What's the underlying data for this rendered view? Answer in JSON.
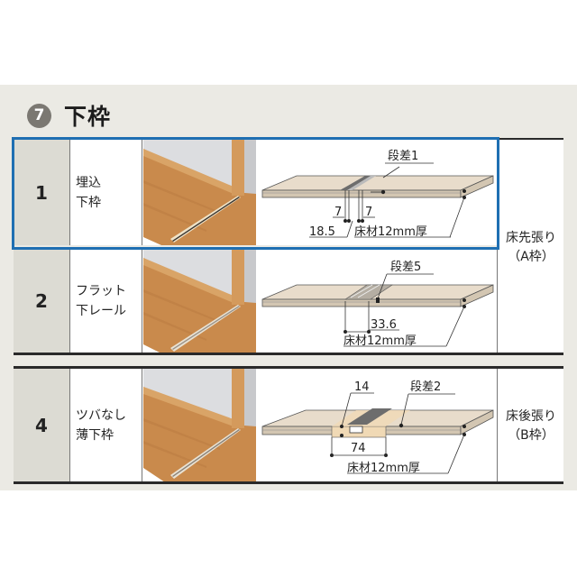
{
  "heading": {
    "badge_number": "7",
    "title": "下枠"
  },
  "rows": [
    {
      "number": "1",
      "name_lines": [
        "埋込",
        "下枠"
      ],
      "highlighted": true,
      "diagram": {
        "step_label": "段差1",
        "dim_left_a": "7",
        "dim_left_b": "7",
        "dim_width": "18.5",
        "floor_label": "床材12mm厚"
      }
    },
    {
      "number": "2",
      "name_lines": [
        "フラット",
        "下レール"
      ],
      "highlighted": false,
      "diagram": {
        "step_label": "段差5",
        "dim_width": "33.6",
        "floor_label": "床材12mm厚"
      }
    },
    {
      "number": "4",
      "name_lines": [
        "ツバなし",
        "薄下枠"
      ],
      "highlighted": false,
      "diagram": {
        "dim_top": "14",
        "step_label": "段差2",
        "dim_width": "74",
        "floor_label": "床材12mm厚"
      }
    }
  ],
  "groups": [
    {
      "line1": "床先張り",
      "line2": "（A枠）"
    },
    {
      "line1": "床後張り",
      "line2": "（B枠）"
    }
  ],
  "colors": {
    "panel": "#ebeae4",
    "highlight_frame": "#1f6fb2",
    "number_cell": "#dcdbd3",
    "wood": "#c98a4c",
    "floor_board": "#e8dccb"
  }
}
